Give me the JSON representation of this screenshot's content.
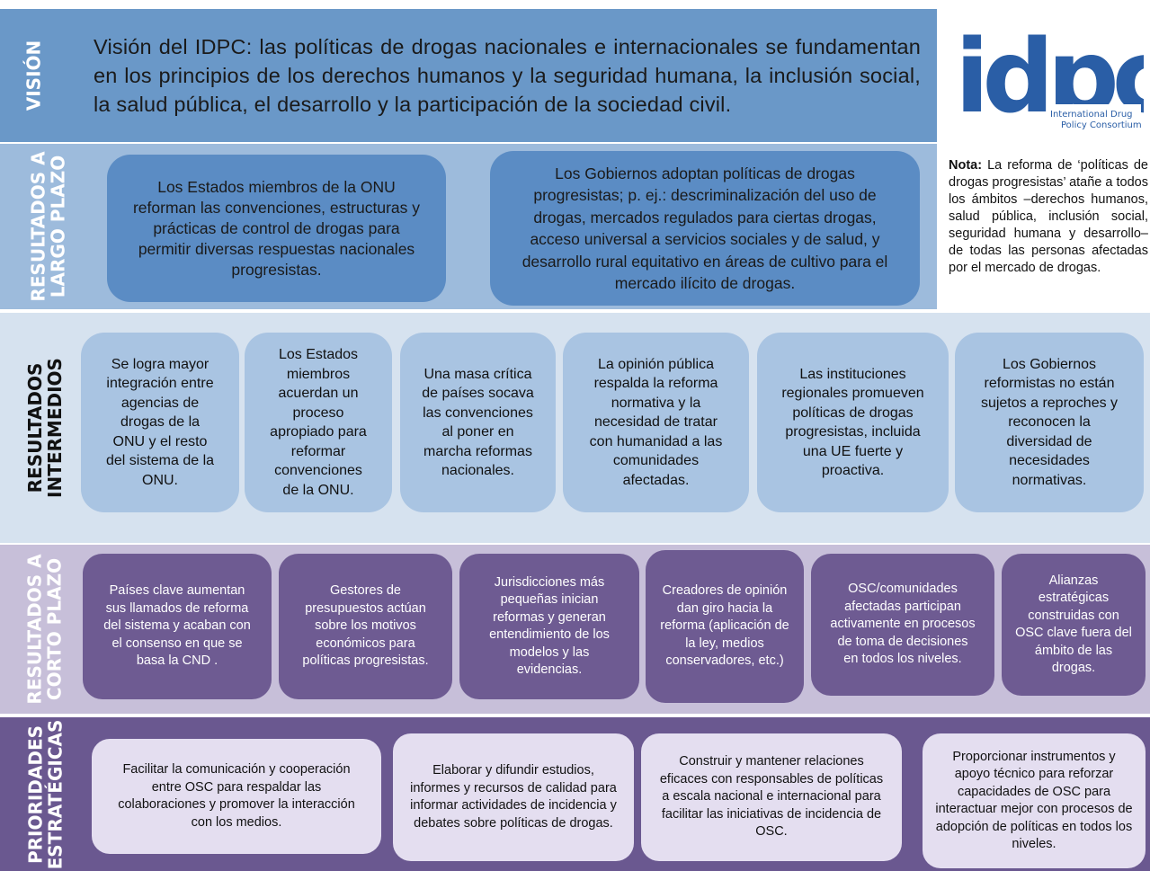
{
  "vision": {
    "label": "VISIÓN",
    "text": "Visión del IDPC: las políticas de drogas nacionales e internacionales se fundamentan en los principios de los derechos humanos y la seguridad humana, la inclusión social, la salud pública, el desarrollo y la participación de la sociedad civil."
  },
  "logo": {
    "letters": "idpc",
    "line1": "International Drug",
    "line2": "Policy Consortium"
  },
  "note": {
    "bold": "Nota:",
    "text": " La reforma de ‘políticas de drogas progresistas’ atañe a todos los ámbitos –derechos humanos, salud pública, inclusión social, seguridad humana y desarrollo– de todas las personas afectadas por el mercado de drogas."
  },
  "long_term": {
    "label_line1": "RESULTADOS A",
    "label_line2": "LARGO PLAZO",
    "boxes": [
      "Los Estados miembros de la ONU reforman las convenciones, estructuras y prácticas de control de drogas para permitir diversas respuestas nacionales progresistas.",
      "Los Gobiernos adoptan políticas de drogas progresistas; p. ej.: descriminalización del uso de drogas, mercados regulados para ciertas drogas, acceso universal a servicios sociales y de salud, y desarrollo rural equitativo en áreas de cultivo para el mercado ilícito de drogas."
    ]
  },
  "intermediate": {
    "label_line1": "RESULTADOS",
    "label_line2": "INTERMEDIOS",
    "boxes": [
      "Se logra mayor integración entre agencias de drogas de la ONU y el resto del sistema de la ONU.",
      "Los Estados miembros acuerdan un proceso apropiado para reformar convenciones de la ONU.",
      "Una masa crítica de países socava las convenciones al poner en marcha reformas nacionales.",
      "La opinión pública respalda la reforma normativa y la necesidad de tratar con humanidad a las comunidades afectadas.",
      "Las instituciones regionales promueven políticas de drogas progresistas, incluida una UE fuerte y proactiva.",
      "Los Gobiernos reformistas no están sujetos a reproches y reconocen la diversidad de necesidades normativas."
    ]
  },
  "short_term": {
    "label_line1": "RESULTADOS A",
    "label_line2": "CORTO PLAZO",
    "boxes": [
      "Países clave aumentan sus llamados de reforma del sistema y acaban con el consenso en que se basa la CND .",
      "Gestores de presupuestos actúan sobre los motivos económicos para políticas progresistas.",
      "Jurisdicciones más pequeñas inician reformas y generan entendimiento de los modelos y las evidencias.",
      "Creadores de opinión dan giro hacia la reforma (aplicación de la ley, medios conservadores, etc.)",
      "OSC/comunidades afectadas participan activamente en procesos de toma de decisiones en todos los niveles.",
      "Alianzas estratégicas construidas con OSC clave fuera del ámbito de las drogas."
    ]
  },
  "priorities": {
    "label_line1": "PRIORIDADES",
    "label_line2": "ESTRATÉGICAS",
    "boxes": [
      "Facilitar la comunicación y cooperación entre OSC para respaldar las colaboraciones y promover la interacción con los medios.",
      "Elaborar y difundir estudios, informes y recursos de calidad para informar actividades de incidencia y debates sobre políticas de drogas.",
      "Construir y mantener relaciones eficaces con responsables de políticas a escala nacional e internacional para facilitar las iniciativas de incidencia de OSC.",
      "Proporcionar instrumentos y apoyo técnico para reforzar capacidades de OSC para interactuar mejor con procesos de adopción de políticas en todos los niveles."
    ]
  },
  "colors": {
    "vision_bg": "#6a98c8",
    "longterm_bg": "#9dbbdc",
    "longterm_box": "#5b8cc4",
    "intermediate_bg": "#d6e2ef",
    "intermediate_box": "#a9c4e2",
    "shortterm_bg": "#c7bfd9",
    "shortterm_box": "#6e5b92",
    "priorities_bg": "#6a5890",
    "priorities_box": "#e4def0",
    "logo_blue": "#2a5ea6"
  }
}
